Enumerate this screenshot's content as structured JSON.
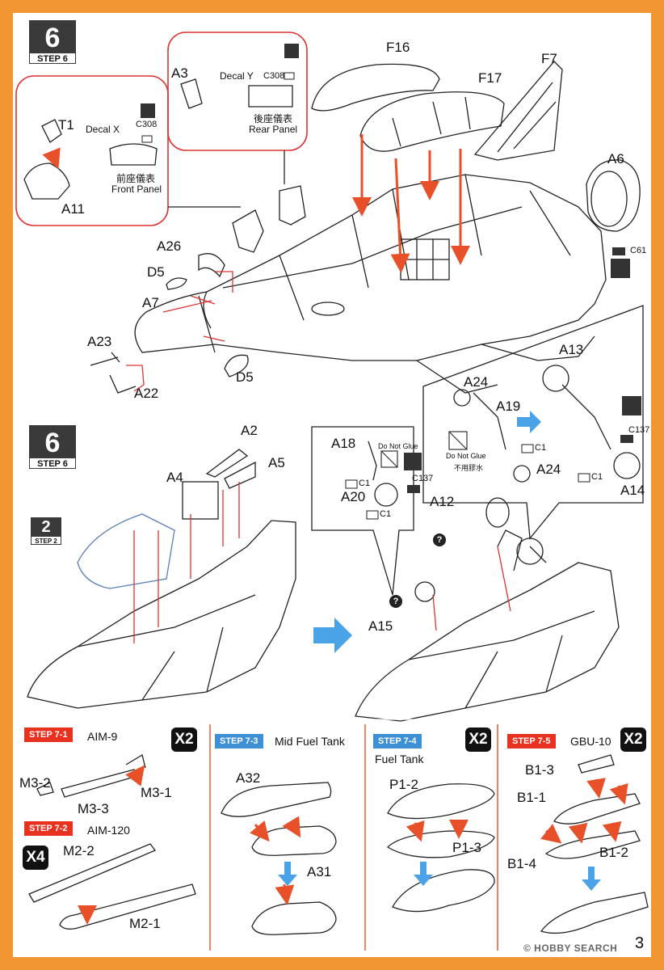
{
  "steps": {
    "main_top": {
      "number": "6",
      "label": "STEP 6"
    },
    "main_mid": {
      "number": "6",
      "label": "STEP 6"
    },
    "ref_small": {
      "number": "2",
      "label": "STEP 2"
    }
  },
  "callouts": {
    "front": {
      "part_t1": "T1",
      "part_a11": "A11",
      "decal": "Decal X",
      "color_code": "C308",
      "caption_cn": "前座儀表",
      "caption_en": "Front Panel"
    },
    "rear": {
      "part_a3": "A3",
      "decal": "Decal Y",
      "color_code": "C308",
      "caption_cn": "後座儀表",
      "caption_en": "Rear Panel"
    }
  },
  "top_labels": [
    "F16",
    "F17",
    "F7",
    "A6",
    "A26",
    "D5",
    "A7",
    "A23",
    "A22",
    "D5"
  ],
  "top_color_code": "C61",
  "mid_labels": {
    "a2": "A2",
    "a4": "A4",
    "a5": "A5",
    "a18": "A18",
    "c137_left": "C137",
    "c1_a": "C1",
    "a20": "A20",
    "c1_b": "C1",
    "a12": "A12",
    "a15": "A15",
    "a24_top": "A24",
    "a19": "A19",
    "c1_c": "C1",
    "a24_low": "A24",
    "a13": "A13",
    "c137_right": "C137",
    "c1_d": "C1",
    "a14": "A14"
  },
  "do_not_glue": {
    "left": "Do Not Glue",
    "right": "Do Not Glue",
    "right_cn": "不用膠水"
  },
  "bottom": {
    "s71": {
      "tag": "STEP 7-1",
      "name": "AIM-9",
      "mult": "X2",
      "parts": [
        "M3-2",
        "M3-3",
        "M3-1"
      ]
    },
    "s72": {
      "tag": "STEP 7-2",
      "name": "AIM-120",
      "mult": "X4",
      "parts": [
        "M2-2",
        "M2-1"
      ]
    },
    "s73": {
      "tag": "STEP 7-3",
      "name": "Mid Fuel Tank",
      "parts": [
        "A32",
        "A31"
      ]
    },
    "s74": {
      "tag": "STEP 7-4",
      "name": "Fuel Tank",
      "mult": "X2",
      "parts": [
        "P1-2",
        "P1-3"
      ]
    },
    "s75": {
      "tag": "STEP 7-5",
      "name": "GBU-10",
      "mult": "X2",
      "parts": [
        "B1-3",
        "B1-1",
        "B1-4",
        "B1-2"
      ]
    }
  },
  "page_number": "3",
  "watermark": "© HOBBY SEARCH",
  "colors": {
    "frame": "#f29533",
    "red_tag": "#e8321f",
    "blue_tag": "#3d8fd6",
    "arrow_blue": "#4aa3e6",
    "arrow_red": "#e8502a"
  }
}
